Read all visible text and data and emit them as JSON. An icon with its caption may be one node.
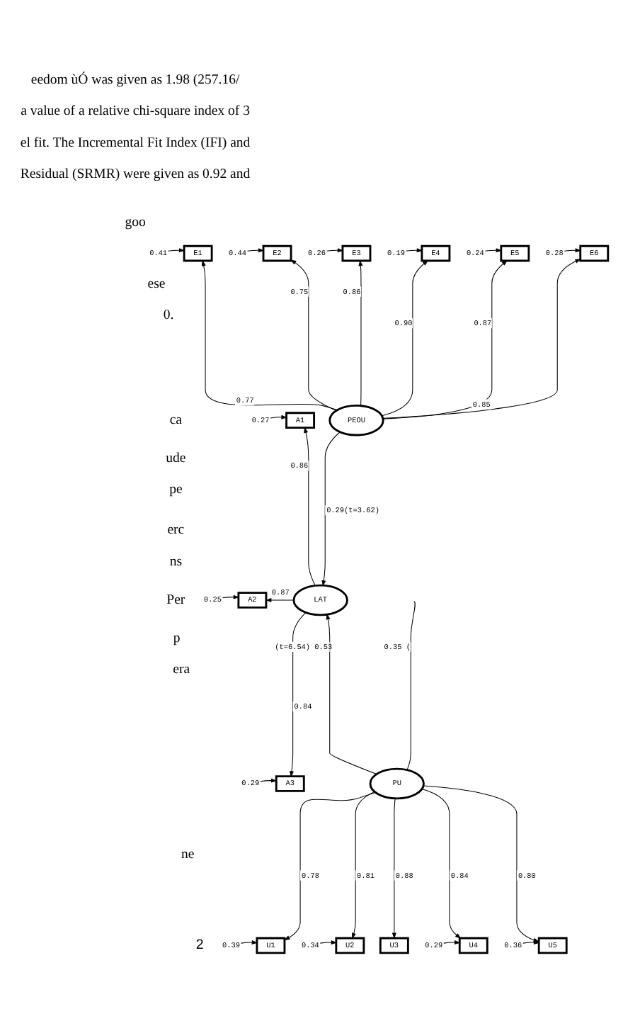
{
  "diagram": {
    "nodes": [
      {
        "text": [
          "0.26"
        ]
      },
      {
        "text": [
          "E3"
        ]
      },
      {
        "text": [
          "0.19"
        ]
      },
      {
        "text": [
          "E4"
        ]
      },
      {
        "text": [
          "0.44"
        ]
      },
      {
        "text": [
          "E2"
        ]
      },
      {
        "text": [
          "0.24"
        ]
      },
      {
        "text": [
          "E5"
        ]
      },
      {
        "text": [
          "0.41"
        ]
      },
      {
        "text": [
          "E1"
        ]
      },
      {
        "text": [
          "0.28"
        ]
      },
      {
        "text": [
          "E6"
        ]
      },
      {
        "text": [
          "PEOU"
        ]
      },
      {
        "text": [
          "0.27"
        ]
      },
      {
        "text": [
          "A1"
        ]
      },
      {
        "text": [
          "0.25"
        ]
      },
      {
        "text": [
          "A2"
        ]
      },
      {
        "text": [
          "LAT"
        ]
      },
      {
        "text": [
          "0.29"
        ]
      },
      {
        "text": [
          "A3"
        ]
      },
      {
        "text": [
          "PU"
        ]
      },
      {
        "text": [
          "0.39"
        ]
      },
      {
        "text": [
          "U1"
        ]
      },
      {
        "text": [
          "0.36"
        ]
      },
      {
        "text": [
          "U5"
        ]
      },
      {
        "text": [
          "0.34"
        ]
      },
      {
        "text": [
          "U2"
        ]
      },
      {
        "text": [
          "0.29"
        ]
      },
      {
        "text": [
          "U4"
        ]
      },
      {
        "text": [
          "U3"
        ]
      }
    ],
    "edges": [
      {
        "from": 0,
        "to": 1,
        "arrow": "to"
      },
      {
        "from": 2,
        "to": 3,
        "arrow": "to"
      },
      {
        "from": 4,
        "to": 5,
        "arrow": "to"
      },
      {
        "from": 6,
        "to": 7,
        "arrow": "to"
      },
      {
        "from": 8,
        "to": 9,
        "arrow": "to"
      },
      {
        "from": 10,
        "to": 11,
        "arrow": "to"
      },
      {
        "from": 12,
        "to": 9,
        "arrow": "to",
        "label": "0.77"
      },
      {
        "from": 12,
        "to": 5,
        "arrow": "to",
        "label": "0.75"
      },
      {
        "from": 12,
        "to": 1,
        "arrow": "to",
        "label": "0.86"
      },
      {
        "from": 12,
        "to": 3,
        "arrow": "to",
        "label": "0.90"
      },
      {
        "from": 12,
        "to": 7,
        "arrow": "to",
        "label": "0.87"
      },
      {
        "from": 12,
        "to": 11,
        "arrow": "to",
        "label": "0.85"
      },
      {
        "from": 12,
        "to": 17,
        "arrow": "to",
        "label": "0.29(t=3.62)"
      },
      {
        "from": 13,
        "to": 14,
        "arrow": "to"
      },
      {
        "from": 17,
        "to": 14,
        "arrow": "to",
        "label": "0.86"
      },
      {
        "from": 15,
        "to": 16,
        "arrow": "to"
      },
      {
        "from": 17,
        "to": 16,
        "arrow": "to",
        "label": "0.87"
      },
      {
        "from": 18,
        "to": 19,
        "arrow": "to"
      },
      {
        "from": 17,
        "to": 19,
        "arrow": "to",
        "label": "0.84"
      },
      {
        "from": 20,
        "to": 17,
        "arrow": "to",
        "label": "(t=6.54) 0.53"
      },
      {
        "from": 20,
        "to": null,
        "arrow": "none",
        "label": "0.35 ("
      },
      {
        "from": 20,
        "to": 22,
        "arrow": "to",
        "label": "0.78"
      },
      {
        "from": 20,
        "to": 26,
        "arrow": "to",
        "label": "0.81"
      },
      {
        "from": 20,
        "to": 29,
        "arrow": "to",
        "label": "0.88"
      },
      {
        "from": 20,
        "to": 28,
        "arrow": "to",
        "label": "0.84"
      },
      {
        "from": 20,
        "to": 24,
        "arrow": "to",
        "label": "0.80"
      },
      {
        "from": 21,
        "to": 22,
        "arrow": "to"
      },
      {
        "from": 23,
        "to": 24,
        "arrow": "to"
      },
      {
        "from": 25,
        "to": 26,
        "arrow": "to"
      },
      {
        "from": 27,
        "to": 28,
        "arrow": "to"
      }
    ],
    "labels": [
      "eedom ùÓ was given as 1.98 (257.16/",
      "a value of a relative chi-square index of 3",
      "el fit. The Incremental Fit Index (IFI) and",
      "Residual (SRMR) were given as 0.92 and",
      "goo",
      "ese",
      "0.",
      "ca",
      "ude",
      "pe",
      "erc",
      "ns",
      "Per",
      "p",
      "era",
      "ne",
      "2"
    ]
  }
}
